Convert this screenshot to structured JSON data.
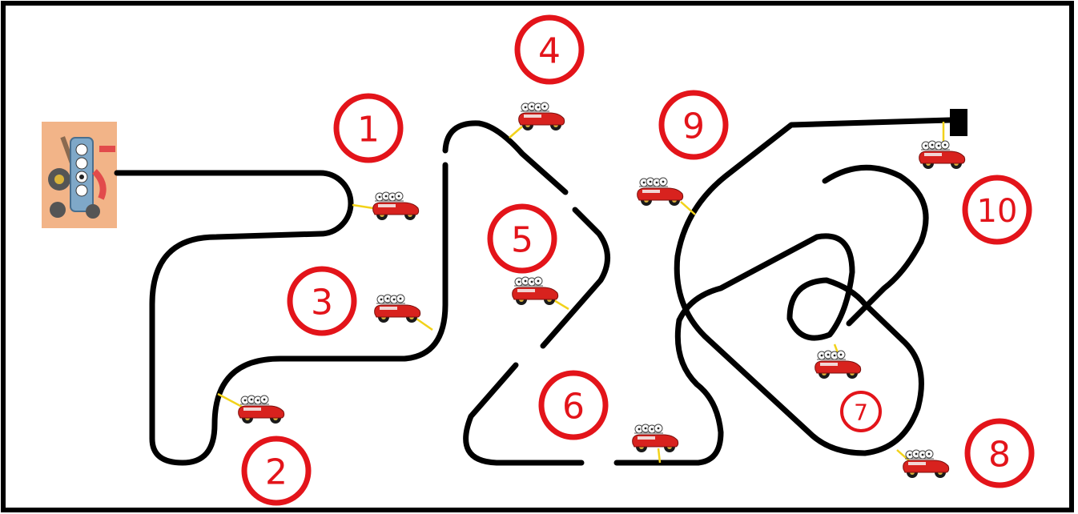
{
  "track": {
    "checkpoints": [
      {
        "label": "1"
      },
      {
        "label": "2"
      },
      {
        "label": "3"
      },
      {
        "label": "4"
      },
      {
        "label": "5"
      },
      {
        "label": "6"
      },
      {
        "label": "7"
      },
      {
        "label": "8"
      },
      {
        "label": "9"
      },
      {
        "label": "10"
      }
    ],
    "colors": {
      "frame": "#000000",
      "track": "#000000",
      "marker": "#e3141a",
      "connector": "#f2d21a",
      "car_body": "#d8221e",
      "card_background": "#f2b488"
    },
    "icons": {
      "start": "robot-car-card-icon",
      "car": "race-car-icon",
      "finish": "finish-block-icon"
    }
  }
}
